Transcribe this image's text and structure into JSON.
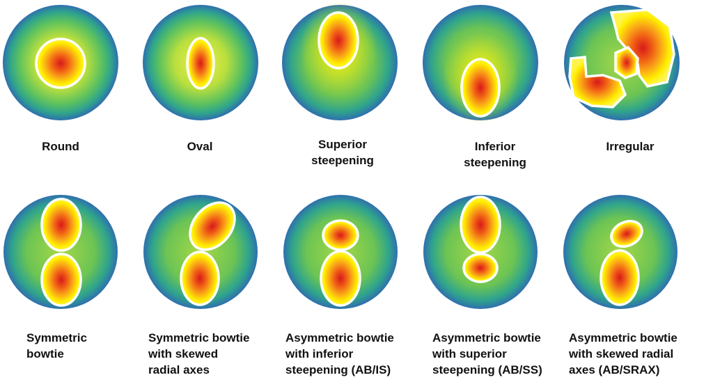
{
  "patterns": [
    {
      "id": "round",
      "caption": "Round"
    },
    {
      "id": "oval",
      "caption": "Oval"
    },
    {
      "id": "superior-steepening",
      "caption": "Superior\nsteepening"
    },
    {
      "id": "inferior-steepening",
      "caption": "Inferior\nsteepening"
    },
    {
      "id": "irregular",
      "caption": "Irregular"
    },
    {
      "id": "symmetric-bowtie",
      "caption": "Symmetric\nbowtie"
    },
    {
      "id": "symmetric-bowtie-skewed",
      "caption": "Symmetric bowtie\nwith skewed\nradial axes"
    },
    {
      "id": "asymmetric-bowtie-inferior",
      "caption": "Asymmetric bowtie\nwith inferior\nsteepening (AB/IS)"
    },
    {
      "id": "asymmetric-bowtie-superior",
      "caption": "Asymmetric bowtie\nwith superior\nsteepening (AB/SS)"
    },
    {
      "id": "asymmetric-bowtie-skewed",
      "caption": "Asymmetric bowtie\nwith skewed radial\naxes (AB/SRAX)"
    }
  ],
  "colors": {
    "edge_blue": "#2f6fae",
    "teal": "#2aa88c",
    "green": "#8fd04a",
    "yellow": "#fff100",
    "orange": "#f49a16",
    "red": "#d7191c",
    "outline": "#ffffff"
  }
}
